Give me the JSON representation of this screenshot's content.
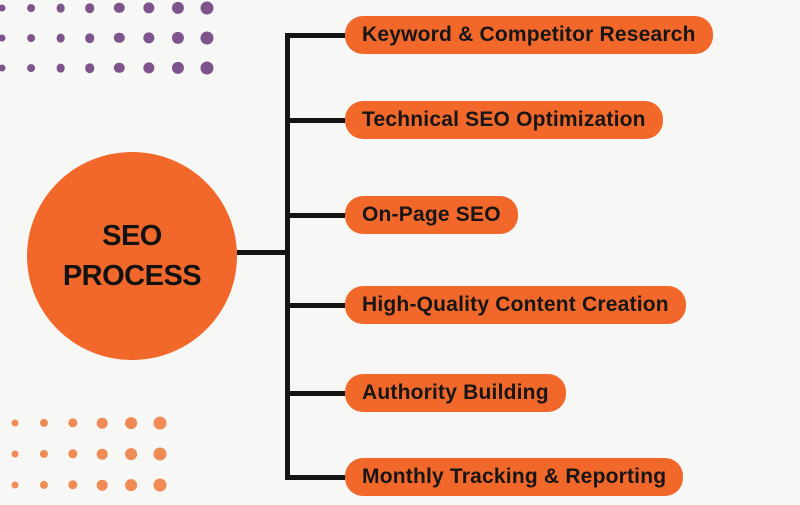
{
  "diagram": {
    "center": {
      "line1": "SEO",
      "line2": "PROCESS"
    },
    "branches": [
      {
        "label": "Keyword & Competitor Research"
      },
      {
        "label": "Technical SEO Optimization"
      },
      {
        "label": "On-Page SEO"
      },
      {
        "label": "High-Quality Content Creation"
      },
      {
        "label": "Authority Building"
      },
      {
        "label": "Monthly Tracking & Reporting"
      }
    ],
    "colors": {
      "accent_orange": "#f2682b",
      "dot_orange": "#f08b55",
      "dot_purple": "#7d558c",
      "line_black": "#141414",
      "text_black": "#161616",
      "background": "#f7f7f5"
    }
  }
}
